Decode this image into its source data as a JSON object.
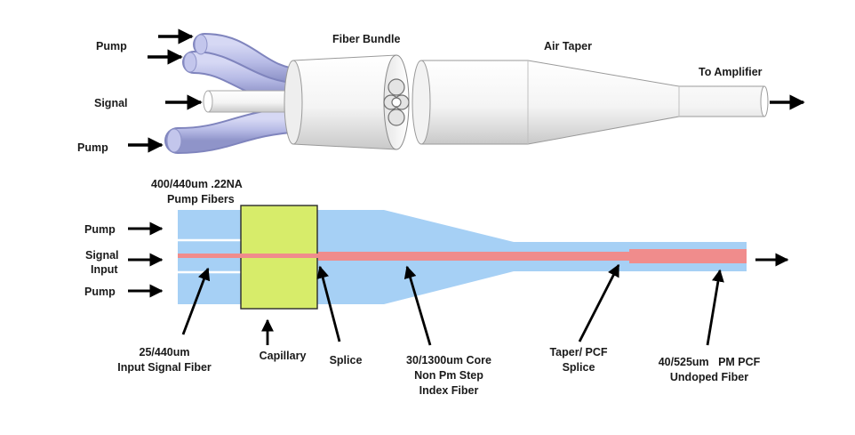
{
  "top_diagram": {
    "labels": {
      "pump_top": "Pump",
      "signal": "Signal",
      "pump_bottom": "Pump",
      "fiber_bundle": "Fiber Bundle",
      "air_taper": "Air Taper",
      "to_amplifier": "To Amplifier"
    }
  },
  "bottom_diagram": {
    "header": {
      "line1": "400/440um  .22NA",
      "line2": "Pump  Fibers"
    },
    "inputs": {
      "pump_top": "Pump",
      "signal_line1": "Signal",
      "signal_line2": "Input",
      "pump_bottom": "Pump"
    },
    "callouts": {
      "input_signal_fiber": [
        "25/440um",
        "Input Signal Fiber"
      ],
      "capillary": "Capillary",
      "splice": "Splice",
      "core_fiber": [
        "30/1300um Core",
        "Non Pm Step",
        "Index Fiber"
      ],
      "taper_pcf_splice": [
        "Taper/ PCF",
        "Splice"
      ],
      "pm_pcf": [
        "40/525um   PM PCF",
        "Undoped Fiber"
      ]
    }
  },
  "colors": {
    "pump_fiber": "#b9bde8",
    "cladding": "#a6d0f5",
    "core": "#f08c8c",
    "capillary": "#d7ec6a",
    "white_fiber": "#ffffff",
    "arrow": "#000000"
  }
}
